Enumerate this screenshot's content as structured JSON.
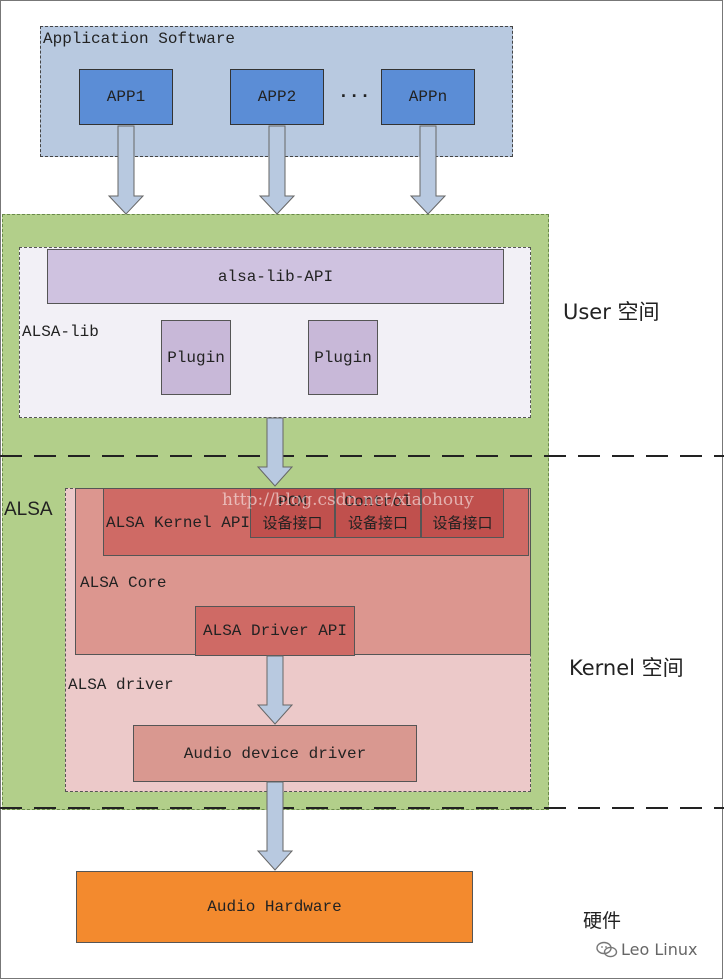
{
  "app_layer": {
    "title": "Application Software",
    "apps": [
      "APP1",
      "APP2",
      "APPn"
    ],
    "ellipsis": "···"
  },
  "alsa_lib": {
    "api": "alsa-lib-API",
    "label": "ALSA-lib",
    "plugins": [
      "Plugin",
      "Plugin"
    ]
  },
  "alsa": {
    "label": "ALSA",
    "kernel_api": "ALSA Kernel API",
    "interfaces": [
      {
        "top": "PCM",
        "bottom": "设备接口"
      },
      {
        "top": "Control",
        "bottom": "设备接口"
      },
      {
        "top": "",
        "bottom": "设备接口"
      }
    ],
    "core": "ALSA Core",
    "driver_api": "ALSA Driver API",
    "driver": "ALSA driver",
    "device_driver": "Audio device driver"
  },
  "hardware": {
    "label": "Audio Hardware"
  },
  "zones": {
    "user": "User 空间",
    "kernel": "Kernel 空间",
    "hw": "硬件"
  },
  "watermark": "http://blog.csdn.net/xiaohouy",
  "brand": "Leo Linux",
  "colors": {
    "app_layer_bg": "#b8c9e0",
    "app_box": "#5b8dd6",
    "alsa_green": "#b2cf8a",
    "lib_bg": "#f2f0f6",
    "api_bar": "#cfc2e0",
    "plugin": "#c8b8d8",
    "core_bg": "#dc968f",
    "kernel_api": "#cf6a65",
    "interface": "#c0504d",
    "driver_bg": "#ecc9c9",
    "device_driver": "#d99890",
    "hardware": "#f38a2e"
  }
}
